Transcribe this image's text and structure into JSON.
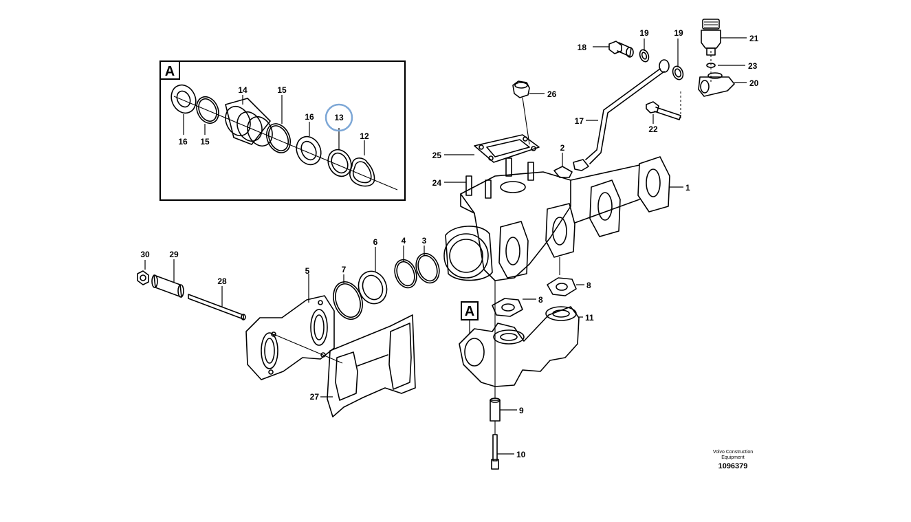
{
  "callouts": {
    "c1": "1",
    "c2": "2",
    "c3": "3",
    "c4": "4",
    "c5": "5",
    "c6": "6",
    "c7": "7",
    "c8a": "8",
    "c8b": "8",
    "c9": "9",
    "c10": "10",
    "c11": "11",
    "c12": "12",
    "c13": "13",
    "c14": "14",
    "c15a": "15",
    "c15b": "15",
    "c16a": "16",
    "c16b": "16",
    "c17": "17",
    "c18": "18",
    "c19a": "19",
    "c19b": "19",
    "c20": "20",
    "c21": "21",
    "c22": "22",
    "c23": "23",
    "c24": "24",
    "c25": "25",
    "c26": "26",
    "c27": "27",
    "c28": "28",
    "c29": "29",
    "c30": "30"
  },
  "detail_view": {
    "label": "A",
    "highlighted_callout": "13"
  },
  "section_marker": {
    "label": "A"
  },
  "credit": {
    "line1": "Volvo Construction",
    "line2": "Equipment",
    "id": "1096379"
  },
  "colors": {
    "highlight_ring": "#7da7d6",
    "line": "#000000",
    "background": "#ffffff"
  }
}
